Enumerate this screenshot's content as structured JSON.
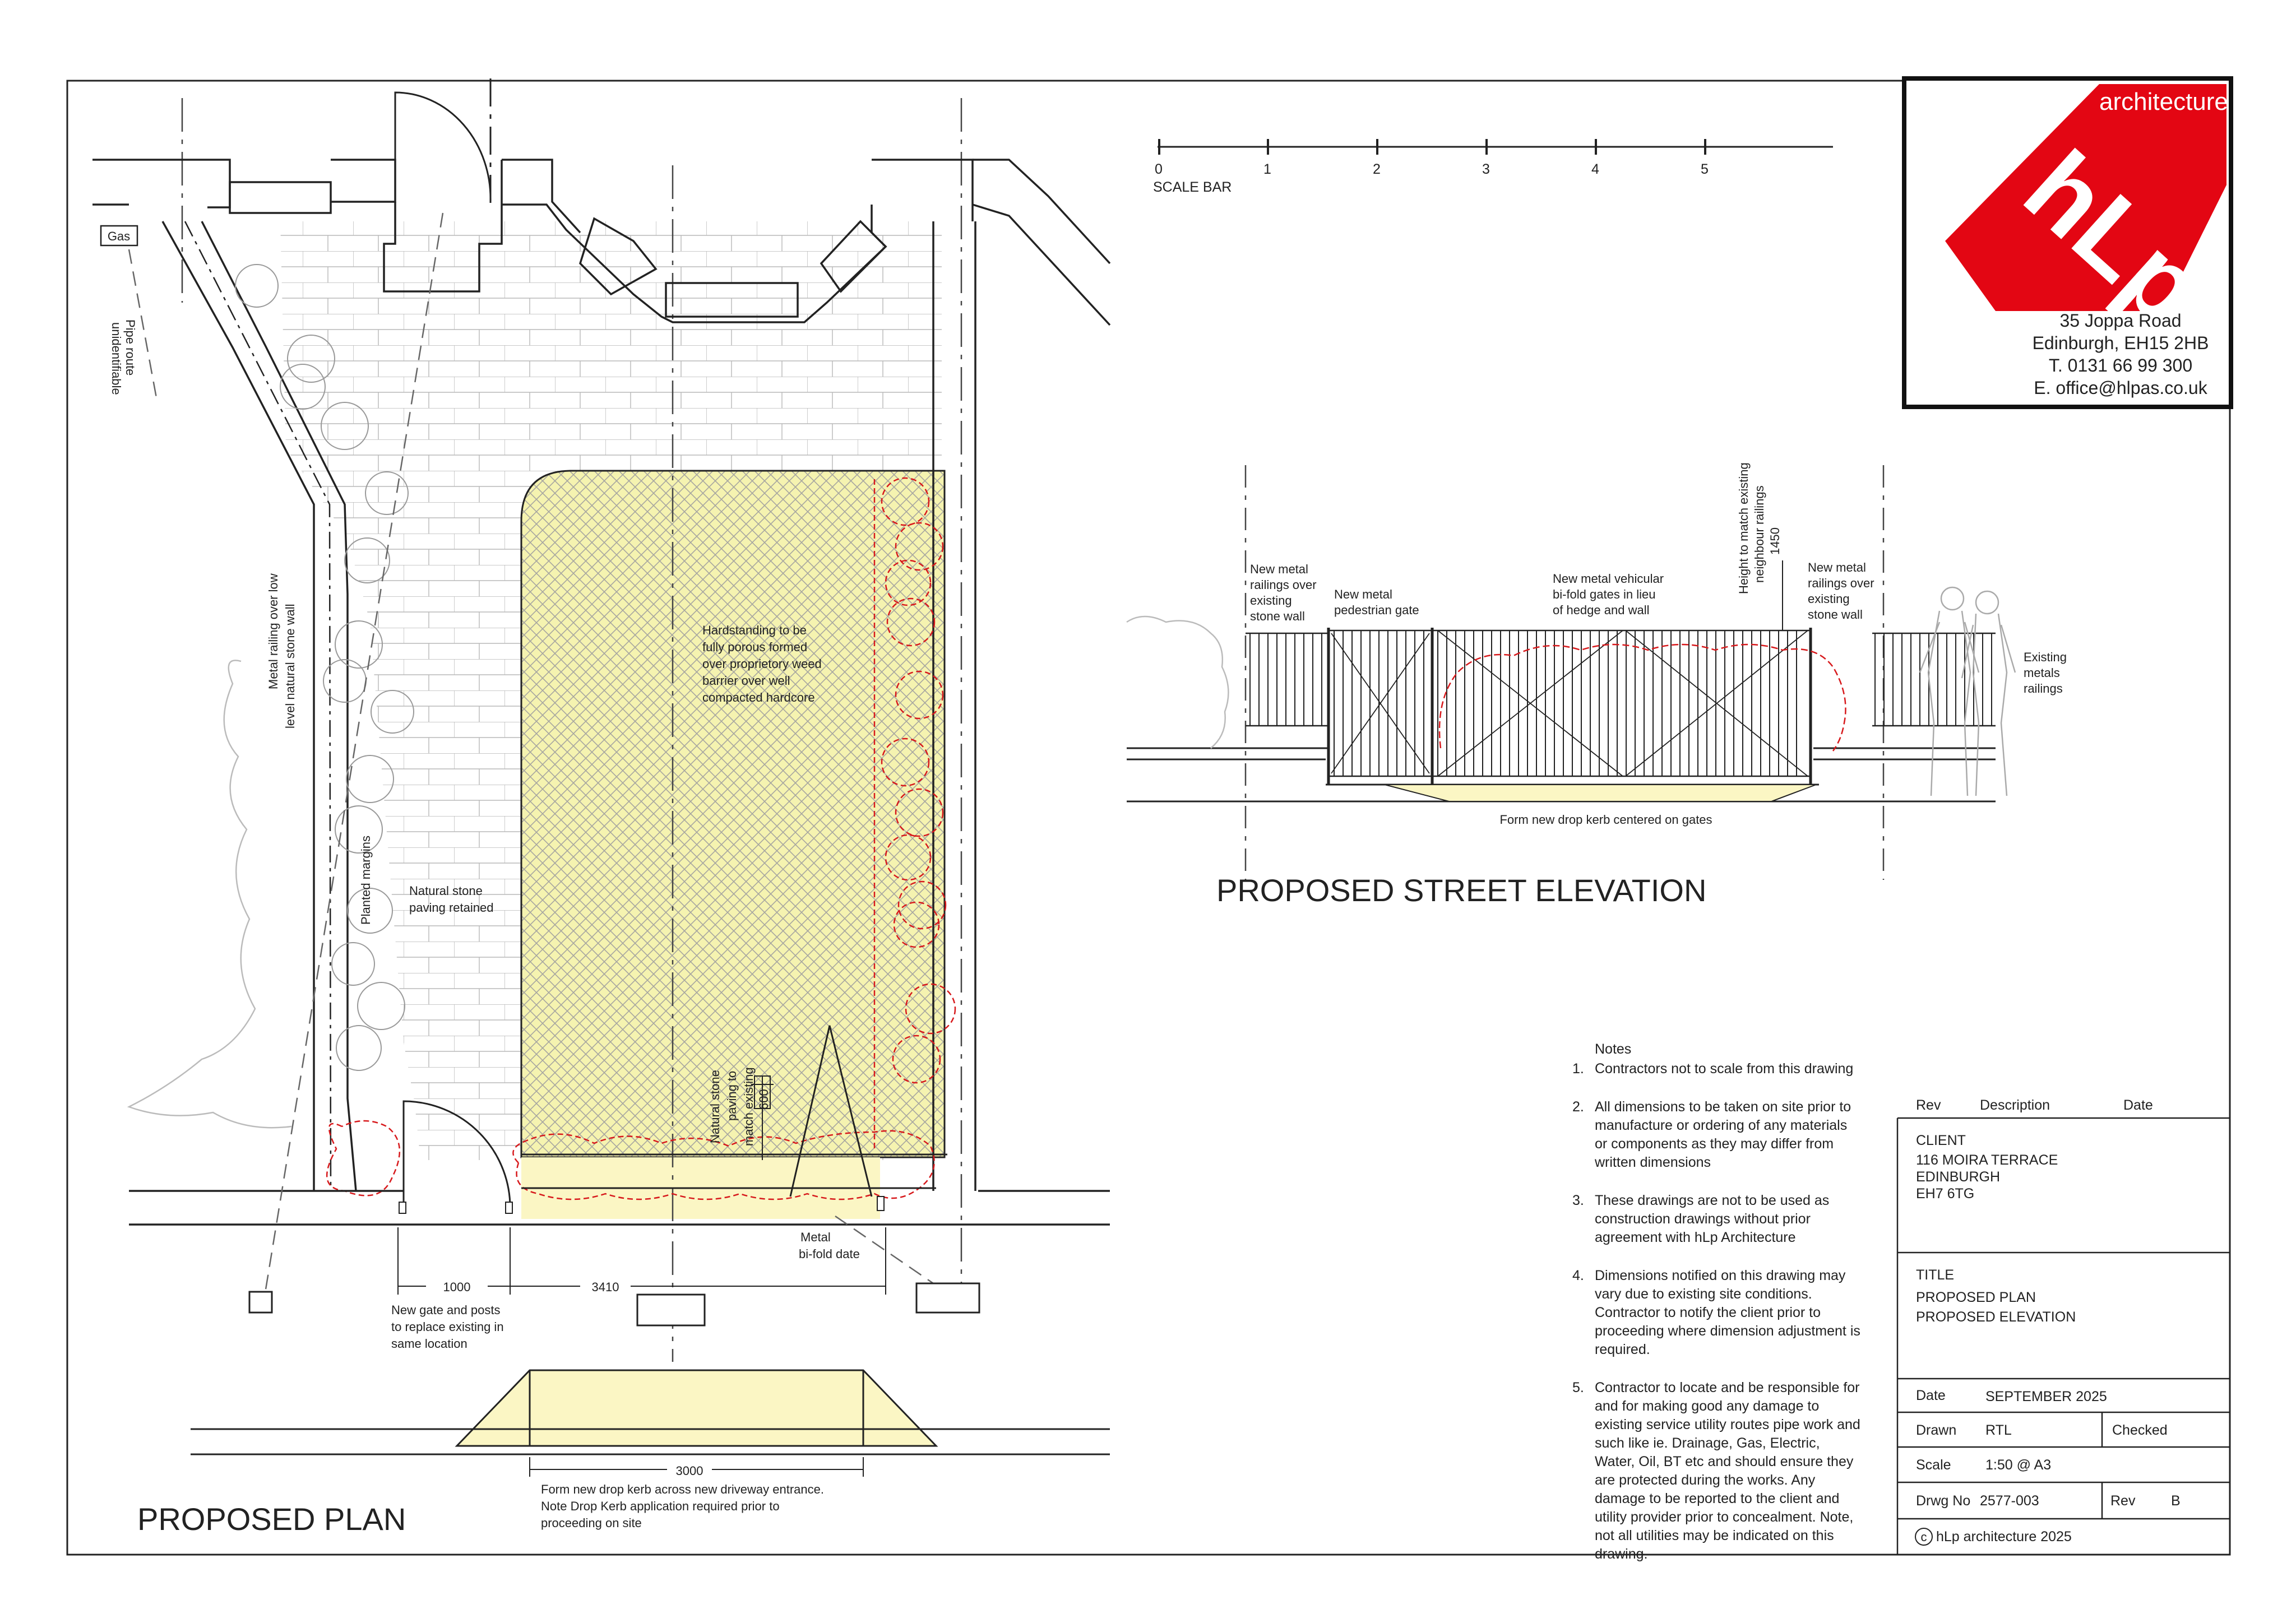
{
  "logo": {
    "word": "architecture",
    "mark": "hLp",
    "brand_color": "#e30613"
  },
  "office": {
    "address_1": "35 Joppa Road",
    "address_2": "Edinburgh, EH15 2HB",
    "phone": "T. 0131 66 99 300",
    "email": "E. office@hlpas.co.uk"
  },
  "scale_bar": {
    "label": "SCALE BAR",
    "ticks": [
      "0",
      "1",
      "2",
      "3",
      "4",
      "5"
    ]
  },
  "plan": {
    "title": "PROPOSED PLAN",
    "gas_label": "Gas",
    "pipe_label_1": "Pipe route",
    "pipe_label_2": "unidentifiable",
    "railing_label_1": "Metal railing over low",
    "railing_label_2": "level natural stone wall",
    "planted_label": "Planted margins",
    "paving_retained_1": "Natural stone",
    "paving_retained_2": "paving retained",
    "hardstanding_1": "Hardstanding to be",
    "hardstanding_2": "fully porous formed",
    "hardstanding_3": "over proprietory weed",
    "hardstanding_4": "barrier over well",
    "hardstanding_5": "compacted hardcore",
    "paving_match_1": "Natural stone",
    "paving_match_2": "paving to",
    "paving_match_3": "match existing",
    "paving_match_dim": "600",
    "bifold_1": "Metal",
    "bifold_2": "bi-fold date",
    "dim_gate": "1000",
    "dim_drive": "3410",
    "dim_kerb": "3000",
    "new_gate_1": "New gate and posts",
    "new_gate_2": "to replace existing in",
    "new_gate_3": "same location",
    "kerb_note_1": "Form new drop kerb across new driveway entrance.",
    "kerb_note_2": "Note Drop Kerb application required prior to",
    "kerb_note_3": "proceeding on site"
  },
  "elevation": {
    "title": "PROPOSED STREET ELEVATION",
    "label_a_1": "New metal",
    "label_a_2": "railings over",
    "label_a_3": "existing",
    "label_a_4": "stone wall",
    "label_b_1": "New metal",
    "label_b_2": "pedestrian gate",
    "label_c_1": "New metal vehicular",
    "label_c_2": "bi-fold gates in lieu",
    "label_c_3": "of hedge and wall",
    "label_d_1": "Height to match existing",
    "label_d_2": "neighbour railings",
    "label_d_3": "1450",
    "label_e_1": "New metal",
    "label_e_2": "railings over",
    "label_e_3": "existing",
    "label_e_4": "stone wall",
    "label_f_1": "Existing",
    "label_f_2": "metals",
    "label_f_3": "railings",
    "kerb": "Form new drop kerb centered on gates"
  },
  "notes": {
    "heading": "Notes",
    "items": [
      [
        "1.",
        "Contractors not to scale from this drawing"
      ],
      [
        "2.",
        "All dimensions to be taken on site prior to",
        "manufacture or ordering of any materials",
        "or components as they may differ from",
        "written dimensions"
      ],
      [
        "3.",
        "These drawings are not to be used as",
        "construction drawings without prior",
        "agreement with hLp Architecture"
      ],
      [
        "4.",
        "Dimensions notified on this drawing may",
        "vary due to existing site conditions.",
        "Contractor to notify the client prior to",
        "proceeding where dimension adjustment is",
        "required."
      ],
      [
        "5.",
        "Contractor to locate and be responsible for",
        "and for making good any damage to",
        "existing service utility routes pipe work and",
        "such like ie. Drainage, Gas, Electric,",
        "Water, Oil, BT etc and should ensure they",
        "are protected during the works. Any",
        "damage to be reported to the client and",
        "utility provider prior to concealment. Note,",
        "not all utilities may be indicated on this",
        "drawing."
      ]
    ]
  },
  "title_block": {
    "rev_header": "Rev",
    "desc_header": "Description",
    "date_header": "Date",
    "client_label": "CLIENT",
    "client_1": "116 MOIRA TERRACE",
    "client_2": "EDINBURGH",
    "client_3": "EH7 6TG",
    "title_label": "TITLE",
    "title_1": "PROPOSED PLAN",
    "title_2": "PROPOSED ELEVATION",
    "date_label": "Date",
    "date_value": "SEPTEMBER 2025",
    "drawn_label": "Drawn",
    "drawn_value": "RTL",
    "checked_label": "Checked",
    "scale_label": "Scale",
    "scale_value": "1:50 @ A3",
    "drwg_label": "Drwg No",
    "drwg_value": "2577-003",
    "rev_label": "Rev",
    "rev_value": "B",
    "copyright_symbol": "c",
    "copyright": "hLp architecture 2025"
  },
  "colors": {
    "hardstanding": "#f5f3b0",
    "kerb": "#fbf6c4",
    "hedge": "#d7191c",
    "line": "#222222"
  }
}
